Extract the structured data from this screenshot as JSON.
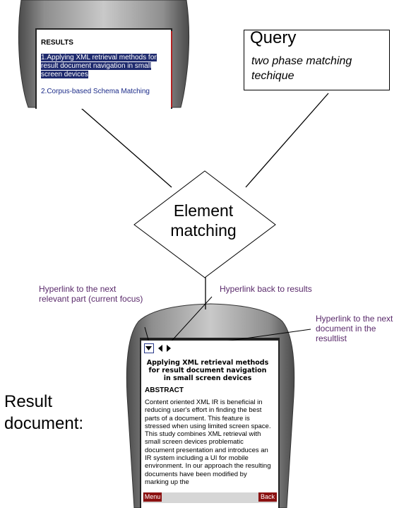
{
  "query": {
    "title": "Query",
    "subtitle": "two phase matching techique"
  },
  "element_matching": {
    "label": "Element matching"
  },
  "phone_results": {
    "heading": "RESULTS",
    "item1": "1.Applying XML retrieval methods for result document navigation in small screen devices",
    "item2": "2.Corpus-based Schema Matching"
  },
  "annotations": {
    "next_part": "Hyperlink to the next relevant part (current focus)",
    "back_to_results": "Hyperlink back to results",
    "next_document": "Hyperlink to the next document in the resultlist",
    "result_document": "Result document:"
  },
  "phone_document": {
    "title": "Applying XML retrieval methods for result document navigation in small screen devices",
    "section": "ABSTRACT",
    "body": "Content oriented XML IR is beneficial in reducing user's effort in finding the best parts of a document. This feature is stressed when using limited screen space. This study combines XML retrieval with small screen devices problematic document presentation and introduces an IR system including a UI for mobile environment. In our approach the resulting documents have been modified by marking up the",
    "menu_label": "Menu",
    "back_label": "Back",
    "nav_icons": [
      "down-arrow-icon",
      "left-arrow-icon",
      "right-arrow-icon"
    ]
  },
  "colors": {
    "annotation_text": "#5a2a6b",
    "highlight": "#1e2a6e",
    "softkey": "#8b1111"
  }
}
